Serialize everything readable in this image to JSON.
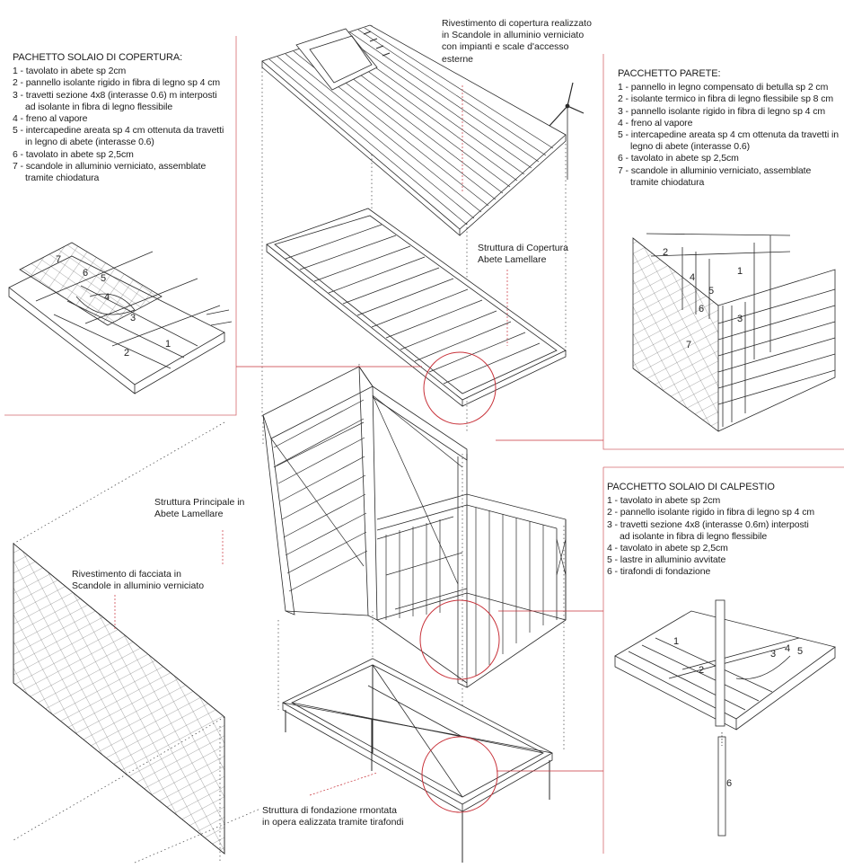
{
  "colors": {
    "line": "#2a2a2a",
    "accent": "#c8323a",
    "guide": "#555555"
  },
  "roof_package": {
    "title": "PACHETTO SOLAIO DI COPERTURA:",
    "items": [
      "1 - tavolato in abete sp 2cm",
      "2 - pannello isolante rigido in fibra di legno sp 4 cm",
      "3 - travetti sezione 4x8 (interasse 0.6) m interposti",
      "ad isolante in fibra di legno flessibile",
      "4 - freno al vapore",
      "5 - intercapedine areata sp 4 cm ottenuta da travetti",
      "in legno di abete (interasse 0.6)",
      "6 - tavolato in abete sp 2,5cm",
      "7 - scandole in alluminio verniciato, assemblate",
      "tramite chiodatura"
    ],
    "detail_numbers": [
      "7",
      "6",
      "5",
      "4",
      "3",
      "2",
      "1"
    ]
  },
  "wall_package": {
    "title": "PACCHETTO PARETE:",
    "items": [
      "1 - pannello in legno compensato di betulla sp 2 cm",
      "2 - isolante termico in fibra di legno flessibile sp 8 cm",
      "3 - pannello isolante rigido in fibra di legno sp 4 cm",
      "4 - freno al vapore",
      "5 - intercapedine areata sp 4 cm ottenuta da travetti in",
      "legno di abete (interasse 0.6)",
      "6 - tavolato in abete sp 2,5cm",
      "7 - scandole in alluminio verniciato, assemblate",
      "tramite chiodatura"
    ],
    "detail_numbers": [
      "2",
      "4",
      "1",
      "5",
      "6",
      "3",
      "7"
    ]
  },
  "floor_package": {
    "title": "PACCHETTO SOLAIO DI CALPESTIO",
    "items": [
      "1 - tavolato in abete sp 2cm",
      "2 - pannello isolante rigido in fibra di legno sp 4 cm",
      "3 - travetti sezione 4x8 (interasse 0.6m) interposti",
      "ad isolante in fibra di legno flessibile",
      "4 - tavolato in abete sp 2,5cm",
      "5 - lastre in alluminio avvitate",
      "6 - tirafondi di fondazione"
    ],
    "detail_numbers": [
      "1",
      "2",
      "3",
      "4",
      "5",
      "6"
    ]
  },
  "captions": {
    "roof_cladding": [
      "Rivestimento di copertura realizzato",
      "in Scandole in alluminio verniciato",
      "con impianti e scale d'accesso",
      "esterne"
    ],
    "roof_structure": [
      "Struttura di Copertura",
      "Abete Lamellare"
    ],
    "main_structure": [
      "Struttura Principale in",
      "Abete Lamellare"
    ],
    "facade_cladding": [
      "Rivestimento di facciata in",
      "Scandole in alluminio verniciato"
    ],
    "foundation": [
      "Struttura di fondazione rmontata",
      "in opera ealizzata tramite tirafondi"
    ]
  }
}
